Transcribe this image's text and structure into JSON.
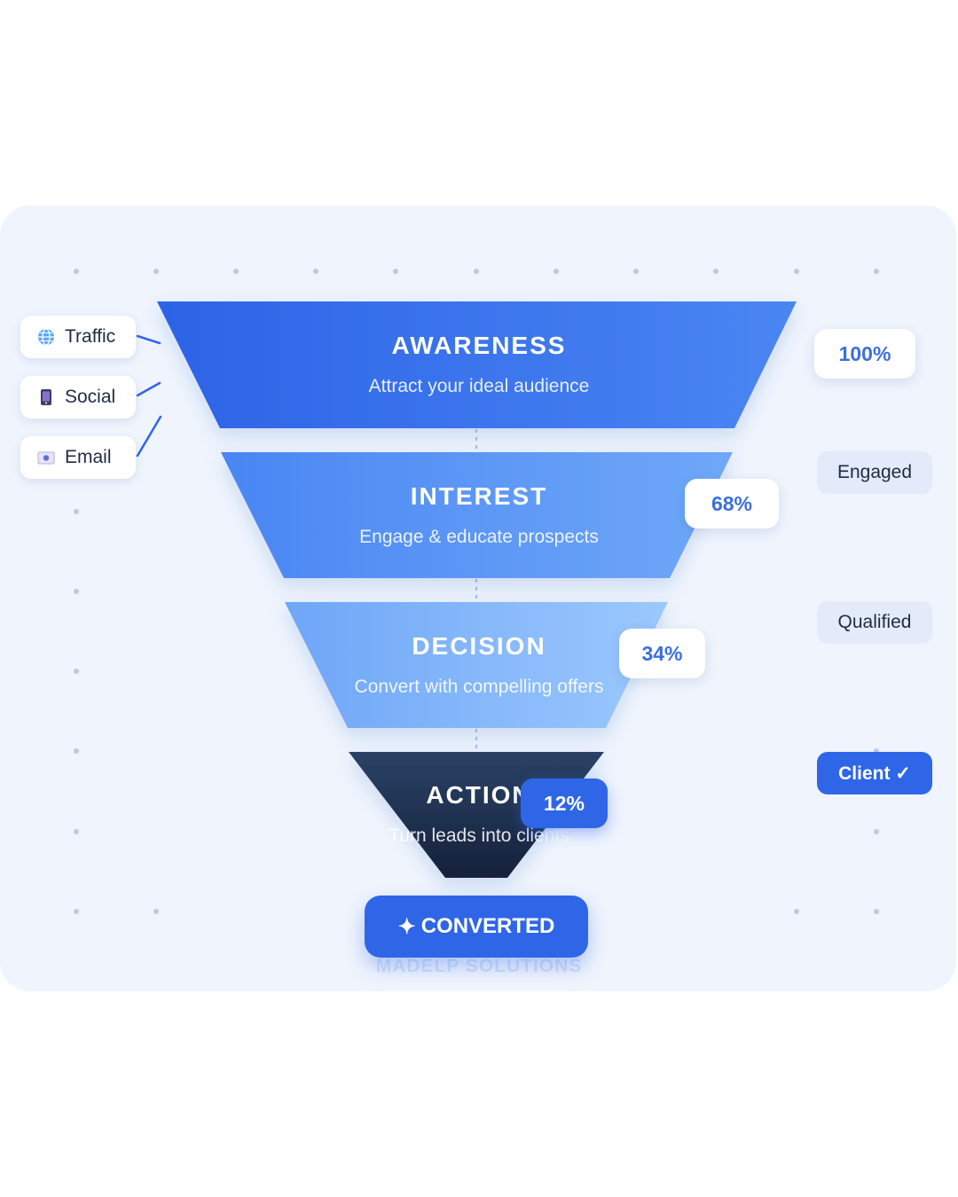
{
  "colors": {
    "awareness": "#3a72ea",
    "interest": "#5b96f5",
    "decision": "#84b8fb",
    "action": "#1e3150",
    "accent": "#2f66e8",
    "panel_bg": "#eff4fd"
  },
  "sources": [
    {
      "label": "Traffic",
      "icon": "globe-icon"
    },
    {
      "label": "Social",
      "icon": "phone-icon"
    },
    {
      "label": "Email",
      "icon": "envelope-icon"
    }
  ],
  "stages": [
    {
      "title": "AWARENESS",
      "subtitle": "Attract your ideal audience",
      "percent": "100%"
    },
    {
      "title": "INTEREST",
      "subtitle": "Engage & educate prospects",
      "percent": "68%"
    },
    {
      "title": "DECISION",
      "subtitle": "Convert with compelling offers",
      "percent": "34%"
    },
    {
      "title": "ACTION",
      "subtitle": "Turn leads into clients",
      "percent": "12%"
    }
  ],
  "tags": [
    "Engaged",
    "Qualified",
    "Client ✓"
  ],
  "converted": {
    "icon": "sparkle-icon",
    "symbol": "✦",
    "label": "CONVERTED"
  },
  "watermark": "MADELP SOLUTIONS"
}
